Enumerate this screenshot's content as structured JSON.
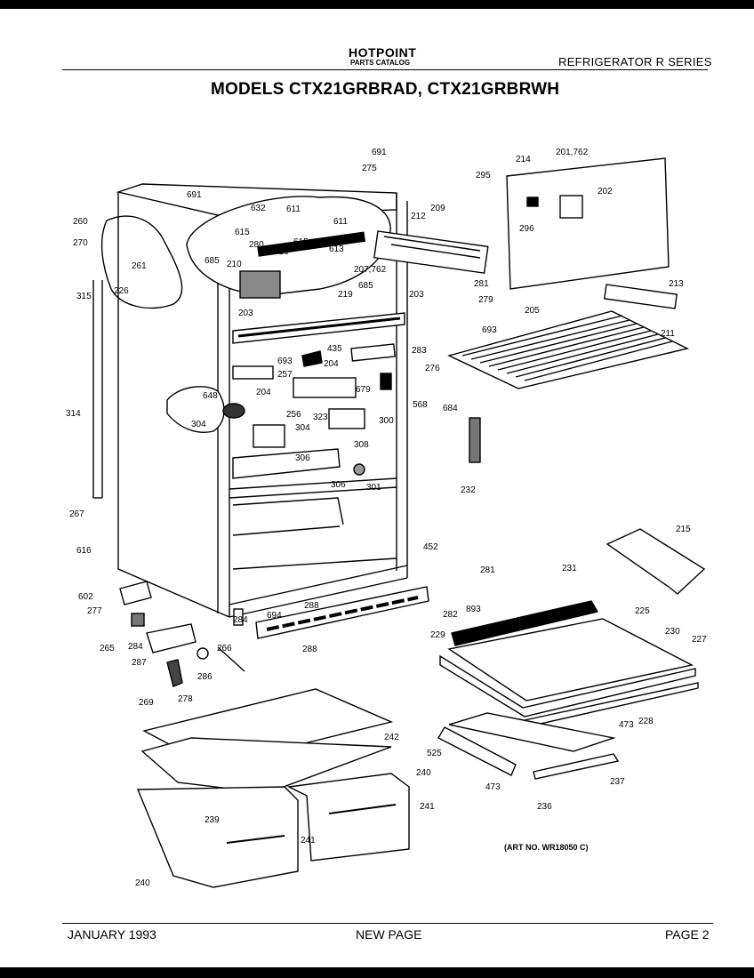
{
  "header": {
    "brand": "HOTPOINT",
    "catalog": "PARTS CATALOG",
    "series": "REFRIGERATOR R SERIES",
    "models": "MODELS CTX21GRBRAD, CTX21GRBRWH"
  },
  "diagram": {
    "art_number": "(ART NO. WR18050 C)",
    "part_labels": {
      "p691a": "691",
      "p275": "275",
      "p295": "295",
      "p214": "214",
      "p201": "201,762",
      "p691b": "691",
      "p632": "632",
      "p611a": "611",
      "p611b": "611",
      "p260": "260",
      "p270": "270",
      "p615a": "615",
      "p615b": "615",
      "p613": "613",
      "p209": "209",
      "p212": "212",
      "p202": "202",
      "p296": "296",
      "p280": "280",
      "p610": "610",
      "p210": "210",
      "p685a": "685",
      "p261": "261",
      "p207": "207,762",
      "p685b": "685",
      "p315": "315",
      "p226": "226",
      "p219": "219",
      "p203a": "203",
      "p281a": "281",
      "p279": "279",
      "p213": "213",
      "p203b": "203",
      "p205": "205",
      "p435": "435",
      "p693a": "693",
      "p693b": "693",
      "p211": "211",
      "p204a": "204",
      "p283": "283",
      "p276": "276",
      "p648": "648",
      "p257": "257",
      "p204b": "204",
      "p679": "679",
      "p568": "568",
      "p304a": "304",
      "p256": "256",
      "p323": "323",
      "p300": "300",
      "p684": "684",
      "p314": "314",
      "p304b": "304",
      "p308": "308",
      "p306a": "306",
      "p306b": "306",
      "p301": "301",
      "p232": "232",
      "p267": "267",
      "p616": "616",
      "p452": "452",
      "p281b": "281",
      "p215": "215",
      "p231": "231",
      "p602": "602",
      "p277": "277",
      "p694": "694",
      "p288a": "288",
      "p284a": "284",
      "p282": "282",
      "p893": "893",
      "p225": "225",
      "p265": "265",
      "p284b": "284",
      "p287": "287",
      "p266": "266",
      "p288b": "288",
      "p229": "229",
      "p230": "230",
      "p227": "227",
      "p286": "286",
      "p269": "269",
      "p278": "278",
      "p228": "228",
      "p473a": "473",
      "p242": "242",
      "p525": "525",
      "p240a": "240",
      "p237": "237",
      "p473b": "473",
      "p239": "239",
      "p241a": "241",
      "p236": "236",
      "p241b": "241",
      "p240b": "240"
    }
  },
  "footer": {
    "date": "JANUARY 1993",
    "note": "NEW PAGE",
    "page": "PAGE 2"
  }
}
